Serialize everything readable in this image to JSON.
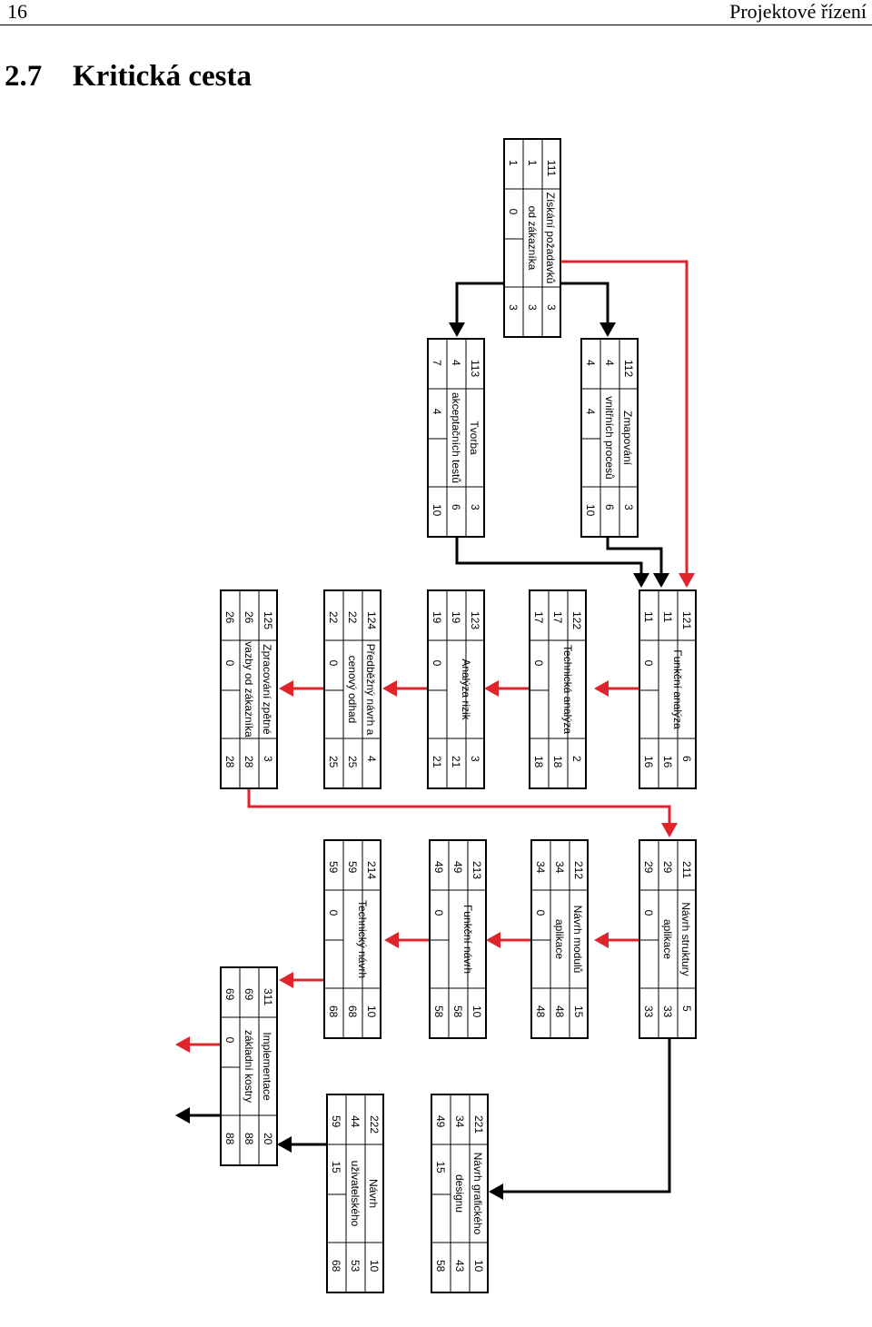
{
  "header": {
    "page_number": "16",
    "running_title": "Projektové řízení"
  },
  "section": {
    "number": "2.7",
    "title": "Kritická cesta"
  },
  "colors": {
    "critical": "#e0242c",
    "normal": "#000000"
  },
  "nodes": [
    {
      "id": "111",
      "name": [
        "Získání požadavků",
        "od zákazníka"
      ],
      "duration": "3",
      "es": "1",
      "ef": "3",
      "ls": "1",
      "lf": "3",
      "slack": "0"
    },
    {
      "id": "112",
      "name": [
        "Zmapování",
        "vnitřních procesů"
      ],
      "duration": "3",
      "es": "4",
      "ef": "6",
      "ls": "4",
      "lf": "10",
      "slack": "4"
    },
    {
      "id": "113",
      "name": [
        "Tvorba",
        "akceptačních testů"
      ],
      "duration": "3",
      "es": "4",
      "ef": "6",
      "ls": "7",
      "lf": "10",
      "slack": "4"
    },
    {
      "id": "121",
      "name": [
        "Funkční analýza"
      ],
      "duration": "6",
      "es": "11",
      "ef": "16",
      "ls": "11",
      "lf": "16",
      "slack": "0"
    },
    {
      "id": "122",
      "name": [
        "Technická analýza"
      ],
      "duration": "2",
      "es": "17",
      "ef": "18",
      "ls": "17",
      "lf": "18",
      "slack": "0"
    },
    {
      "id": "123",
      "name": [
        "Analýza rizik"
      ],
      "duration": "3",
      "es": "19",
      "ef": "21",
      "ls": "19",
      "lf": "21",
      "slack": "0"
    },
    {
      "id": "124",
      "name": [
        "Předběžný návrh a",
        "cenový odhad"
      ],
      "duration": "4",
      "es": "22",
      "ef": "25",
      "ls": "22",
      "lf": "25",
      "slack": "0"
    },
    {
      "id": "125",
      "name": [
        "Zpracování zpětné",
        "vazby od zákazníka"
      ],
      "duration": "3",
      "es": "26",
      "ef": "28",
      "ls": "26",
      "lf": "28",
      "slack": "0"
    },
    {
      "id": "211",
      "name": [
        "Návrh struktury",
        "aplikace"
      ],
      "duration": "5",
      "es": "29",
      "ef": "33",
      "ls": "29",
      "lf": "33",
      "slack": "0"
    },
    {
      "id": "212",
      "name": [
        "Návrh modulů",
        "aplikace"
      ],
      "duration": "15",
      "es": "34",
      "ef": "48",
      "ls": "34",
      "lf": "48",
      "slack": "0"
    },
    {
      "id": "213",
      "name": [
        "Funkční návrh"
      ],
      "duration": "10",
      "es": "49",
      "ef": "58",
      "ls": "49",
      "lf": "58",
      "slack": "0"
    },
    {
      "id": "214",
      "name": [
        "Technický návrh"
      ],
      "duration": "10",
      "es": "59",
      "ef": "68",
      "ls": "59",
      "lf": "68",
      "slack": "0"
    },
    {
      "id": "221",
      "name": [
        "Návrh grafického",
        "designu"
      ],
      "duration": "10",
      "es": "34",
      "ef": "43",
      "ls": "49",
      "lf": "58",
      "slack": "15"
    },
    {
      "id": "222",
      "name": [
        "Návrh",
        "uživatelského"
      ],
      "duration": "10",
      "es": "44",
      "ef": "53",
      "ls": "59",
      "lf": "68",
      "slack": "15"
    },
    {
      "id": "311",
      "name": [
        "Implementace",
        "základní kostry"
      ],
      "duration": "20",
      "es": "69",
      "ef": "88",
      "ls": "69",
      "lf": "88",
      "slack": "0"
    }
  ]
}
